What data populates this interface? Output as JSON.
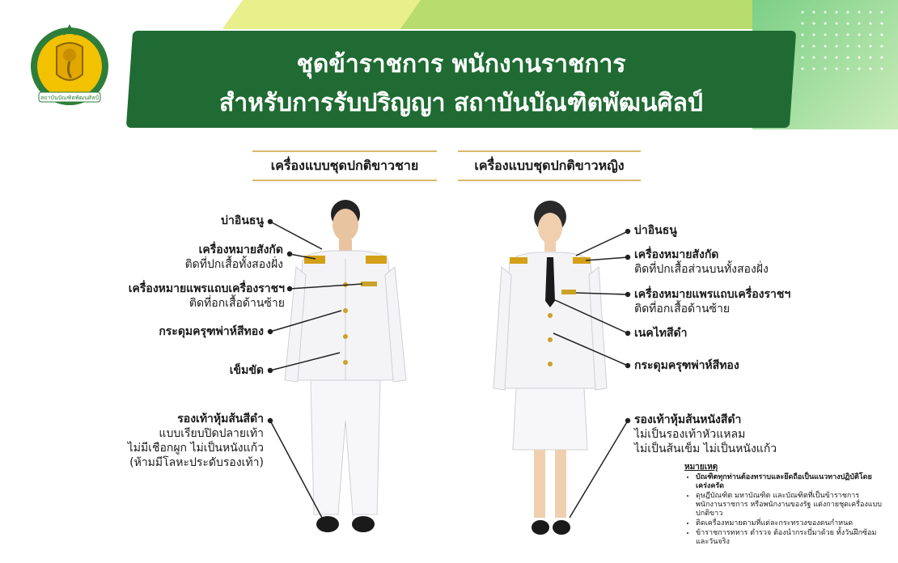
{
  "title": {
    "line1": "ชุดข้าราชการ พนักงานราชการ",
    "line2": "สำหรับการรับปริญญา สถาบันบัณฑิตพัฒนศิลป์"
  },
  "logo": {
    "text": "สถาบันบัณฑิตพัฒนศิลป์",
    "icon": "ganesha-seal-icon"
  },
  "male": {
    "heading": "เครื่องแบบชุดปกติขาวชาย",
    "labels": {
      "epaulette": "บ่าอินธนู",
      "insignia_title": "เครื่องหมายสังกัด",
      "insignia_desc": "ติดที่ปกเสื้อทั้งสองฝั่ง",
      "ribbon_title": "เครื่องหมายแพรแถบเครื่องราชฯ",
      "ribbon_desc": "ติดที่อกเสื้อด้านซ้าย",
      "buttons": "กระดุมครุฑพ่าห์สีทอง",
      "belt": "เข็มขัด",
      "shoes_title": "รองเท้าหุ้มส้นสีดำ",
      "shoes_desc1": "แบบเรียบปิดปลายเท้า",
      "shoes_desc2": "ไม่มีเชือกผูก ไม่เป็นหนังแก้ว",
      "shoes_desc3": "(ห้ามมีโลหะประดับรองเท้า)"
    }
  },
  "female": {
    "heading": "เครื่องแบบชุดปกติขาวหญิง",
    "labels": {
      "epaulette": "บ่าอินธนู",
      "insignia_title": "เครื่องหมายสังกัด",
      "insignia_desc": "ติดที่ปกเสื้อส่วนบนทั้งสองฝั่ง",
      "ribbon_title": "เครื่องหมายแพรแถบเครื่องราชฯ",
      "ribbon_desc": "ติดที่อกเสื้อด้านซ้าย",
      "necktie": "เนคไทสีดำ",
      "buttons": "กระดุมครุฑพ่าห์สีทอง",
      "shoes_title": "รองเท้าหุ้มส้นหนังสีดำ",
      "shoes_desc1": "ไม่เป็นรองเท้าหัวแหลม",
      "shoes_desc2": "ไม่เป็นส้นเข็ม ไม่เป็นหนังแก้ว"
    }
  },
  "notes": {
    "title": "หมายเหตุ",
    "items": [
      "บัณฑิตทุกท่านต้องทราบและยึดถือเป็นแนวทางปฏิบัติโดยเคร่งครัด",
      "ดุษฎีบัณฑิต มหาบัณฑิต และบัณฑิตที่เป็นข้าราชการ พนักงานราชการ หรือพนักงานของรัฐ แต่งกายชุดเครื่องแบบปกติขาว",
      "ติดเครื่องหมายตามที่แต่ละกระทรวงของตนกำหนด",
      "ข้าราชการทหาร ตำรวจ ต้องนำกระบี่มาด้วย ทั้งวันฝึกซ้อมและวันจริง"
    ]
  },
  "colors": {
    "banner": "#1f6b33",
    "gold": "#d9b86a",
    "uniform": "#f4f4f6"
  }
}
